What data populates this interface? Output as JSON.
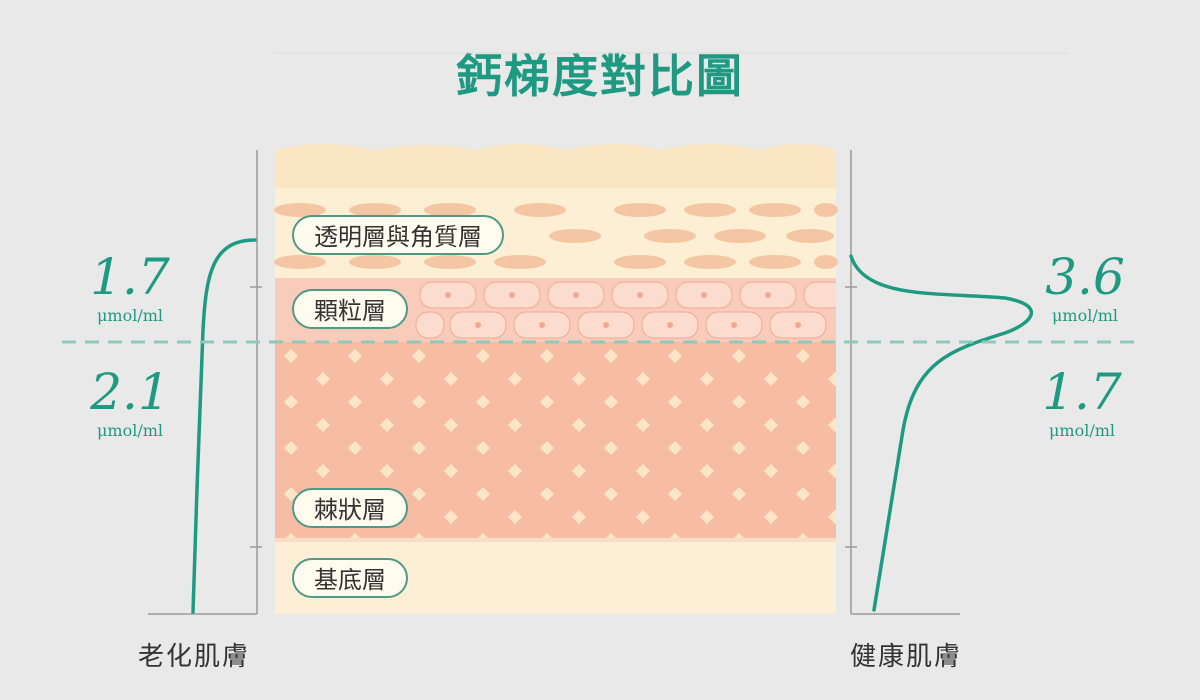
{
  "title": "鈣梯度對比圖",
  "layers": {
    "stratum_corneum_lucidum": "透明層與角質層",
    "granulosum": "顆粒層",
    "spinosum": "棘狀層",
    "basale": "基底層"
  },
  "aged_skin": {
    "caption": "老化肌膚",
    "upper_value": "1.7",
    "upper_unit": "μmol/ml",
    "lower_value": "2.1",
    "lower_unit": "μmol/ml"
  },
  "healthy_skin": {
    "caption": "健康肌膚",
    "upper_value": "3.6",
    "upper_unit": "μmol/ml",
    "lower_value": "1.7",
    "lower_unit": "μmol/ml"
  },
  "colors": {
    "accent": "#1e9a82",
    "dashed_line": "#8ccabb",
    "spinous": "#f6bca4",
    "granular": "#f8cbbb",
    "basal": "#fdefd5",
    "cornified": "#fbecc9"
  }
}
